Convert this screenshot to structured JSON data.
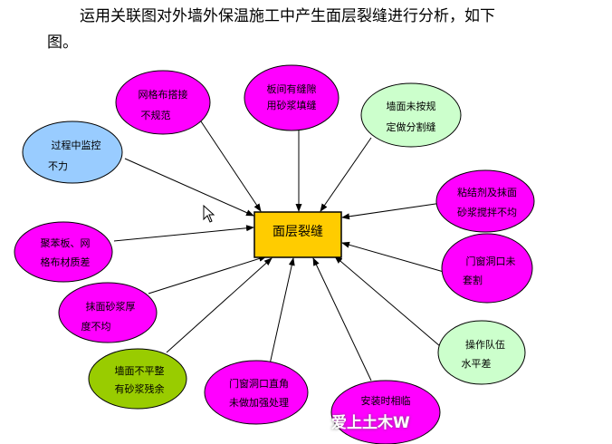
{
  "intro": {
    "line1": "运用关联图对外墙外保温施工中产生面层裂缝进行分析，如下",
    "line2": "图。"
  },
  "center": {
    "label": "面层裂缝",
    "color": "#ffcc00"
  },
  "nodes": [
    {
      "id": "mesh-overlap",
      "lines": [
        "网格布搭接",
        "不规范"
      ],
      "color": "#ff00ff"
    },
    {
      "id": "board-gap",
      "lines": [
        "板间有缝隙",
        "用砂浆填缝"
      ],
      "color": "#ff00ff"
    },
    {
      "id": "wall-split",
      "lines": [
        "墙面未按规",
        "定做分割缝"
      ],
      "color": "#ccffcc"
    },
    {
      "id": "process-monitor",
      "lines": [
        "过程中监控",
        "不力"
      ],
      "color": "#99ccff"
    },
    {
      "id": "adhesive-mix",
      "lines": [
        "粘结剂及抹面",
        "砂浆搅拌不均"
      ],
      "color": "#ff00ff"
    },
    {
      "id": "material-quality",
      "lines": [
        "聚苯板、网",
        "格布材质差"
      ],
      "color": "#ff00ff"
    },
    {
      "id": "opening-mesh",
      "lines": [
        "门窗洞口未",
        "套割"
      ],
      "color": "#ff00ff"
    },
    {
      "id": "mortar-thickness",
      "lines": [
        "抹面砂浆厚",
        "度不均"
      ],
      "color": "#ff00ff"
    },
    {
      "id": "team-level",
      "lines": [
        "操作队伍",
        "水平差"
      ],
      "color": "#ccffcc"
    },
    {
      "id": "uneven-wall",
      "lines": [
        "墙面不平整",
        "有砂浆残余"
      ],
      "color": "#99cc00"
    },
    {
      "id": "corner-reinforce",
      "lines": [
        "门窗洞口直角",
        "未做加强处理"
      ],
      "color": "#ff00ff"
    },
    {
      "id": "install-temp",
      "lines": [
        "安装时相临",
        ""
      ],
      "color": "#ff00ff"
    }
  ],
  "watermark": "爱上土木W",
  "icons": {
    "cursor": "mouse-pointer-icon"
  }
}
